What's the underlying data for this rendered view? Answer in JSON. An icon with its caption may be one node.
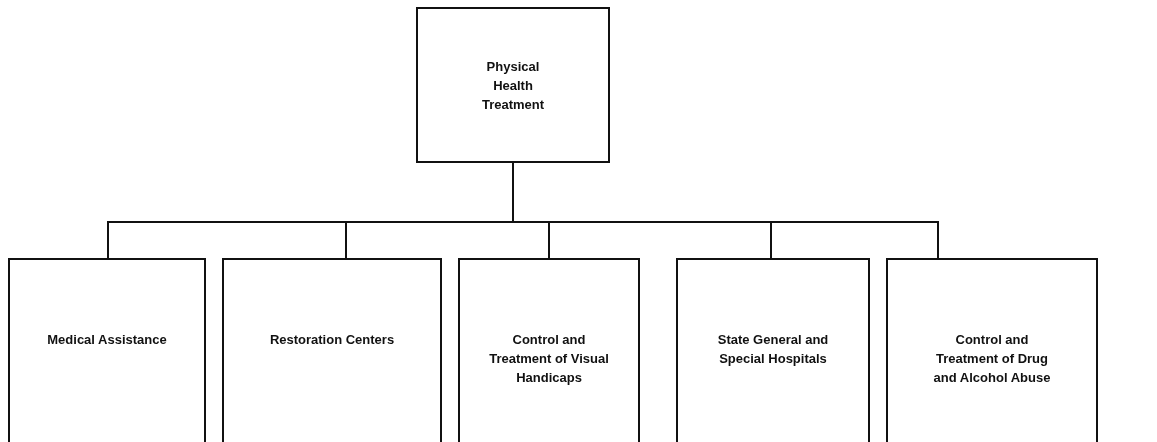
{
  "diagram": {
    "nodes": [
      {
        "text": [
          "Physical Health Treatment"
        ]
      },
      {
        "text": [
          "Medical Assistance"
        ]
      },
      {
        "text": [
          "Restoration Centers"
        ]
      },
      {
        "text": [
          "Control and Treatment of Visual Handicaps"
        ]
      },
      {
        "text": [
          "State General and Special Hospitals"
        ]
      },
      {
        "text": [
          "Control and Treatment of Drug and Alcohol Abuse"
        ]
      }
    ],
    "edges": [
      {
        "from": 0,
        "to": 1,
        "arrow": "none"
      },
      {
        "from": 0,
        "to": 2,
        "arrow": "none"
      },
      {
        "from": 0,
        "to": 3,
        "arrow": "none"
      },
      {
        "from": 0,
        "to": 4,
        "arrow": "none"
      },
      {
        "from": 0,
        "to": 5,
        "arrow": "none"
      }
    ]
  }
}
